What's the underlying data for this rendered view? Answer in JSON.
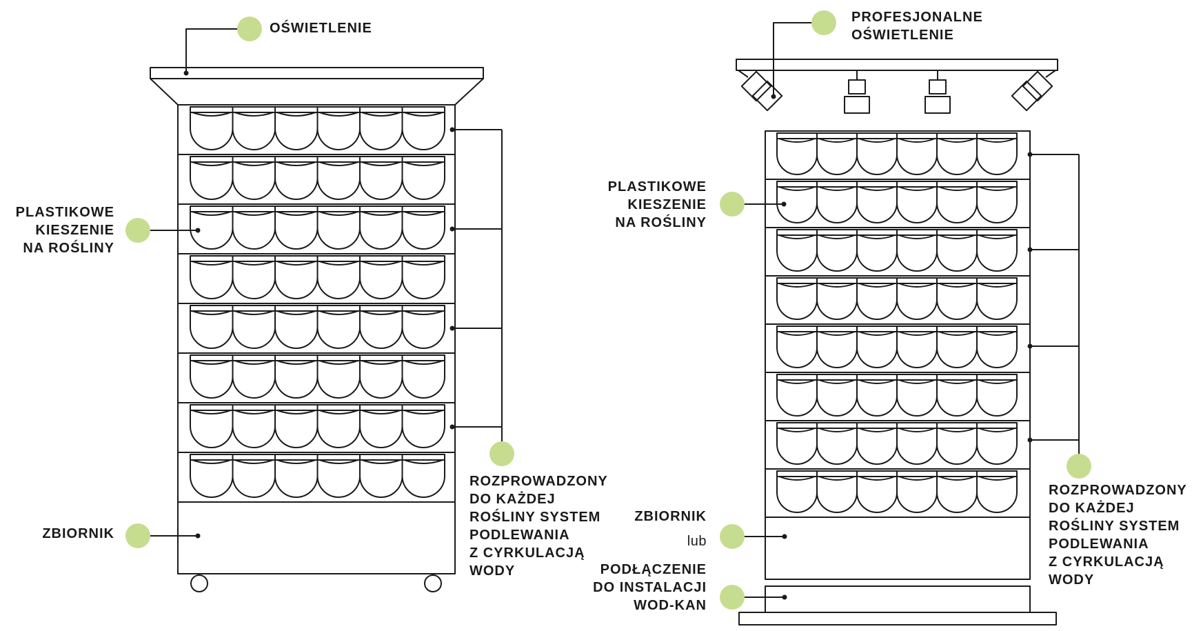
{
  "colors": {
    "line": "#1a1a1a",
    "dot": "#c6dd8f",
    "background": "#ffffff"
  },
  "left_unit": {
    "lighting_label": "OŚWIETLENIE",
    "pockets_label": [
      "PLASTIKOWE",
      "KIESZENIE",
      "NA ROŚLINY"
    ],
    "tank_label": "ZBIORNIK",
    "irrigation_label": [
      "ROZPROWADZONY",
      "DO KAŻDEJ",
      "ROŚLINY SYSTEM",
      "PODLEWANIA",
      "Z CYRKULACJĄ",
      "WODY"
    ]
  },
  "right_unit": {
    "lighting_label": [
      "PROFESJONALNE",
      "OŚWIETLENIE"
    ],
    "pockets_label": [
      "PLASTIKOWE",
      "KIESZENIE",
      "NA ROŚLINY"
    ],
    "tank_label": "ZBIORNIK",
    "or_label": "lub",
    "connection_label": [
      "PODŁĄCZENIE",
      "DO INSTALACJI",
      "WOD-KAN"
    ],
    "irrigation_label": [
      "ROZPROWADZONY",
      "DO KAŻDEJ",
      "ROŚLINY SYSTEM",
      "PODLEWANIA",
      "Z CYRKULACJĄ",
      "WODY"
    ]
  }
}
